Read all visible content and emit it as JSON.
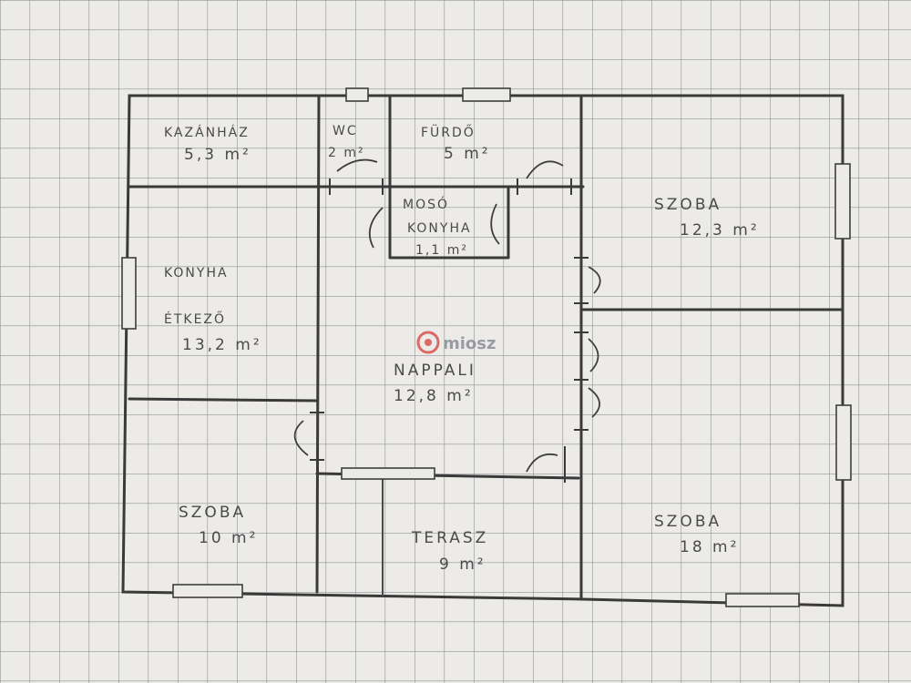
{
  "rooms": [
    {
      "id": "kazanhaz",
      "name": "KAZÁNHÁZ",
      "area": "5,3 m²"
    },
    {
      "id": "wc",
      "name": "WC",
      "area": "2 m²"
    },
    {
      "id": "furdo",
      "name": "FÜRDŐ",
      "area": "5 m²"
    },
    {
      "id": "moso-konyha",
      "name": "MOSÓ KONYHA",
      "name_line1": "MOSÓ",
      "name_line2": "KONYHA",
      "area": "1,1 m²"
    },
    {
      "id": "szoba-ne",
      "name": "SZOBA",
      "area": "12,3 m²"
    },
    {
      "id": "konyha-etkezo",
      "name": "KONYHA ÉTKEZŐ",
      "name_line1": "KONYHA",
      "name_line2": "ÉTKEZŐ",
      "area": "13,2 m²"
    },
    {
      "id": "nappali",
      "name": "NAPPALI",
      "area": "12,8 m²"
    },
    {
      "id": "szoba-sw",
      "name": "SZOBA",
      "area": "10 m²"
    },
    {
      "id": "terasz",
      "name": "TERASZ",
      "area": "9 m²"
    },
    {
      "id": "szoba-se",
      "name": "SZOBA",
      "area": "18 m²"
    }
  ],
  "watermark": {
    "text": "miosz",
    "color": "#d9534f"
  },
  "colors": {
    "paper": "#ecebe8",
    "grid": "#8f9296",
    "pencil": "#3a3a3a"
  }
}
